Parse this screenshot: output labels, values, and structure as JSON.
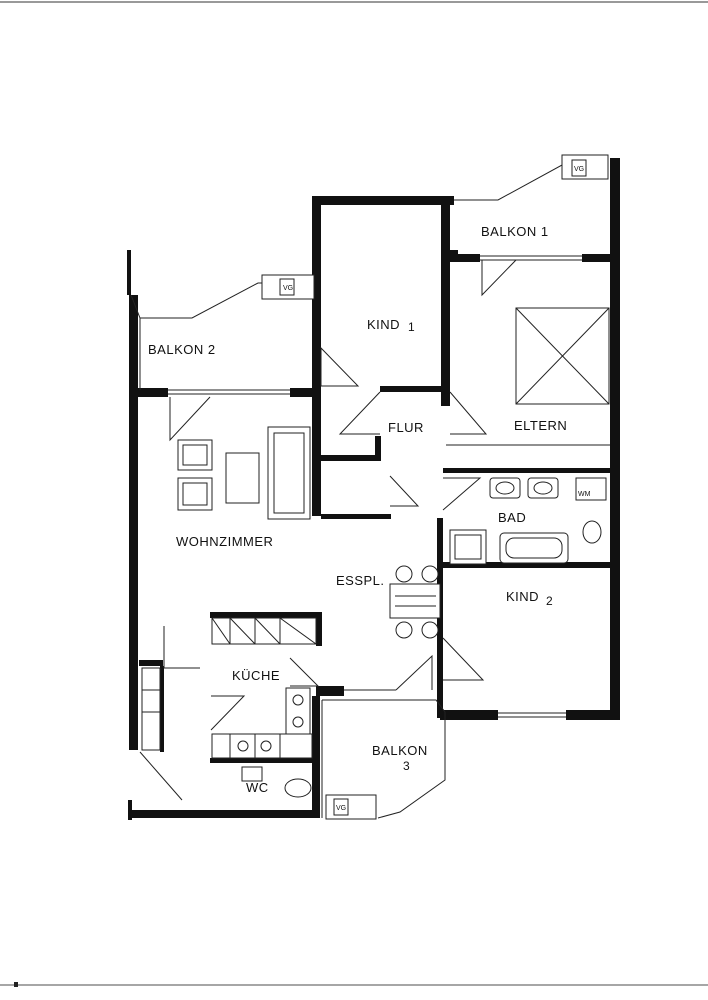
{
  "rooms": {
    "balkon1": "BALKON 1",
    "balkon2": "BALKON 2",
    "kind1": "KIND",
    "kind1_num": "1",
    "eltern": "ELTERN",
    "flur": "FLUR",
    "bad": "BAD",
    "wohnzimmer": "WOHNZIMMER",
    "esspl": "ESSPL.",
    "kind2": "KIND",
    "kind2_num": "2",
    "kueche": "KÜCHE",
    "balkon3": "BALKON",
    "balkon3_num": "3",
    "wc": "WC"
  },
  "fixtures": {
    "wm": "WM",
    "vg": "VG"
  }
}
